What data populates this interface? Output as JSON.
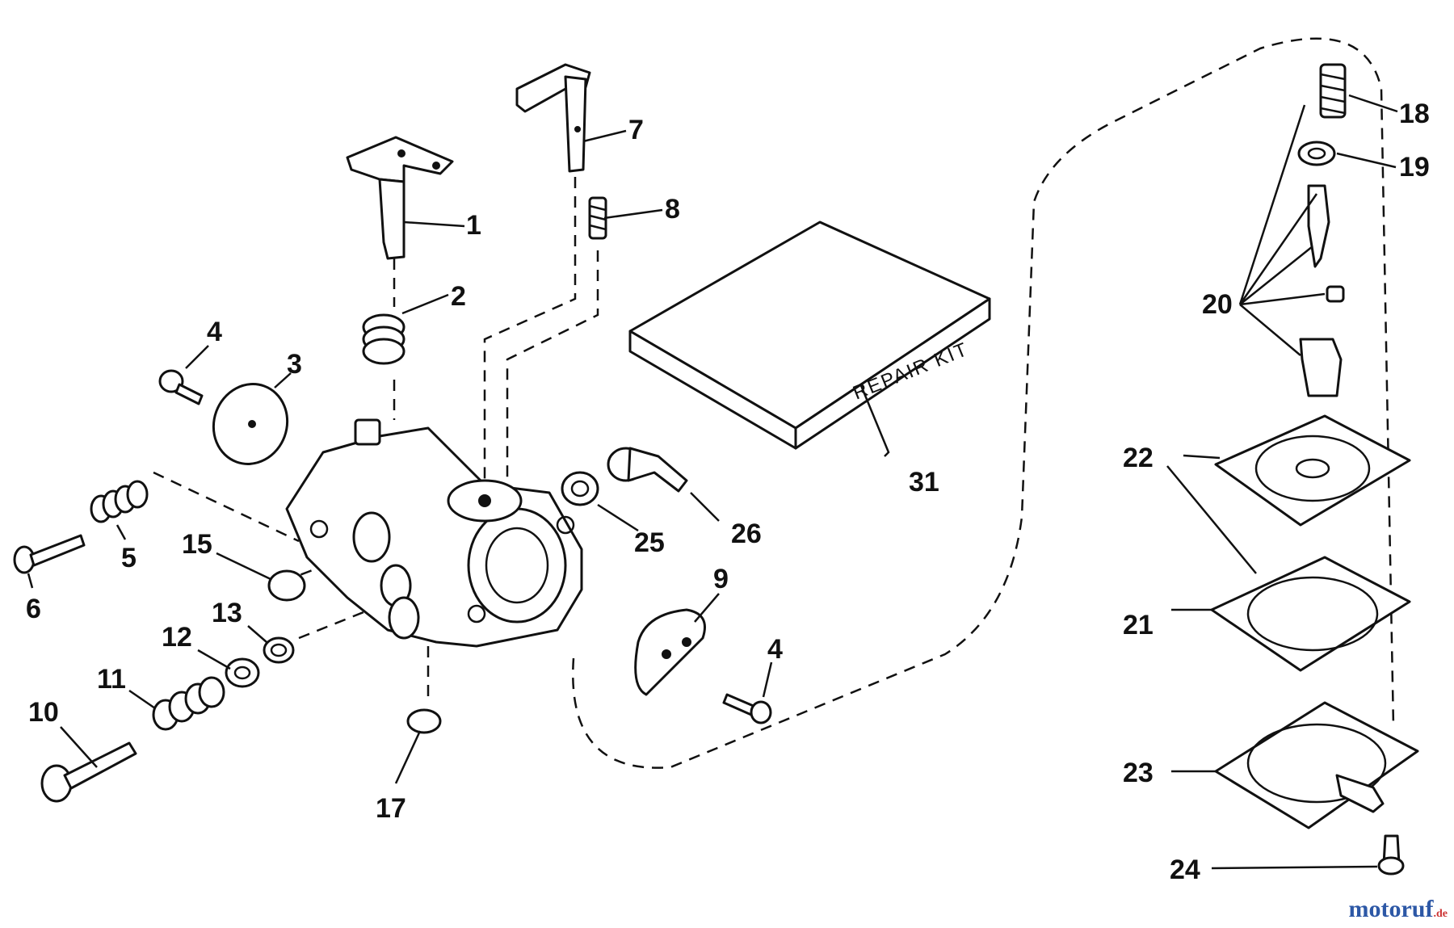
{
  "diagram": {
    "kit_text": "REPAIR KIT",
    "callouts": [
      "1",
      "2",
      "3",
      "4",
      "5",
      "6",
      "7",
      "8",
      "9",
      "10",
      "11",
      "12",
      "13",
      "15",
      "17",
      "18",
      "19",
      "20",
      "21",
      "22",
      "23",
      "24",
      "25",
      "26",
      "31",
      "4"
    ]
  },
  "watermark": {
    "name": "motoruf",
    "tld": ".de"
  }
}
